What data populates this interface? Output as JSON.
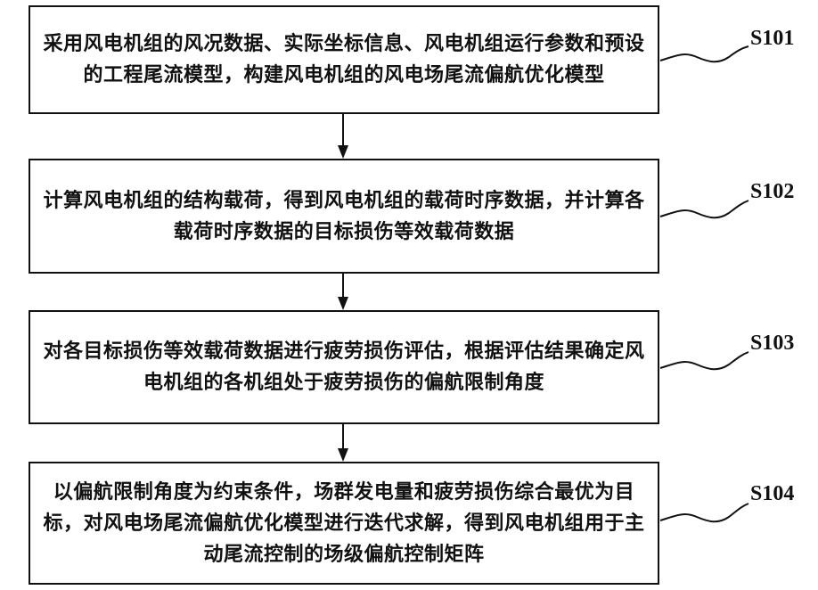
{
  "steps": [
    {
      "id": "S101",
      "text": "采用风电机组的风况数据、实际坐标信息、风电机组运行参数和预设的工程尾流模型，构建风电机组的风电场尾流偏航优化模型"
    },
    {
      "id": "S102",
      "text": "计算风电机组的结构载荷，得到风电机组的载荷时序数据，并计算各载荷时序数据的目标损伤等效载荷数据"
    },
    {
      "id": "S103",
      "text": "对各目标损伤等效载荷数据进行疲劳损伤评估，根据评估结果确定风电机组的各机组处于疲劳损伤的偏航限制角度"
    },
    {
      "id": "S104",
      "text": "以偏航限制角度为约束条件，场群发电量和疲劳损伤综合最优为目标，对风电场尾流偏航优化模型进行迭代求解，得到风电机组用于主动尾流控制的场级偏航控制矩阵"
    }
  ]
}
